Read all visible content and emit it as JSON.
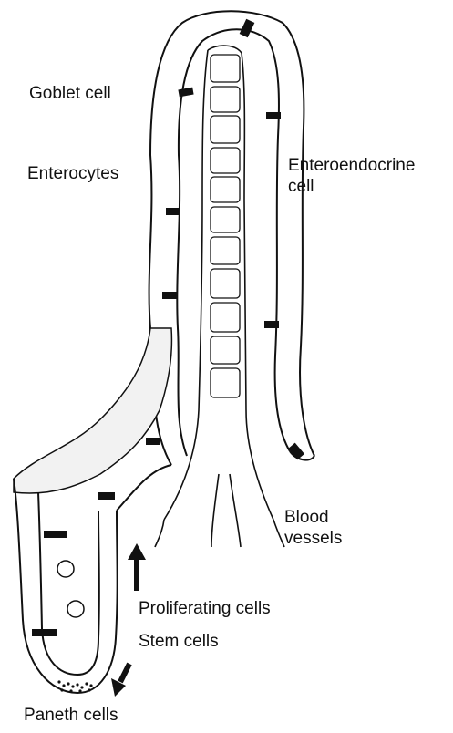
{
  "labels": {
    "goblet": "Goblet cell",
    "enterocytes": "Enterocytes",
    "enteroendocrine_1": "Enteroendocrine",
    "enteroendocrine_2": "cell",
    "blood_1": "Blood",
    "blood_2": "vessels",
    "proliferating": "Proliferating cells",
    "stem": "Stem cells",
    "paneth": "Paneth cells"
  },
  "colors": {
    "ink": "#111111",
    "background": "#ffffff",
    "stroma": "#f2f2f2"
  },
  "arrows": [
    {
      "name": "upward-migration-arrow",
      "direction": "up"
    },
    {
      "name": "downward-migration-arrow",
      "direction": "down-left"
    }
  ]
}
